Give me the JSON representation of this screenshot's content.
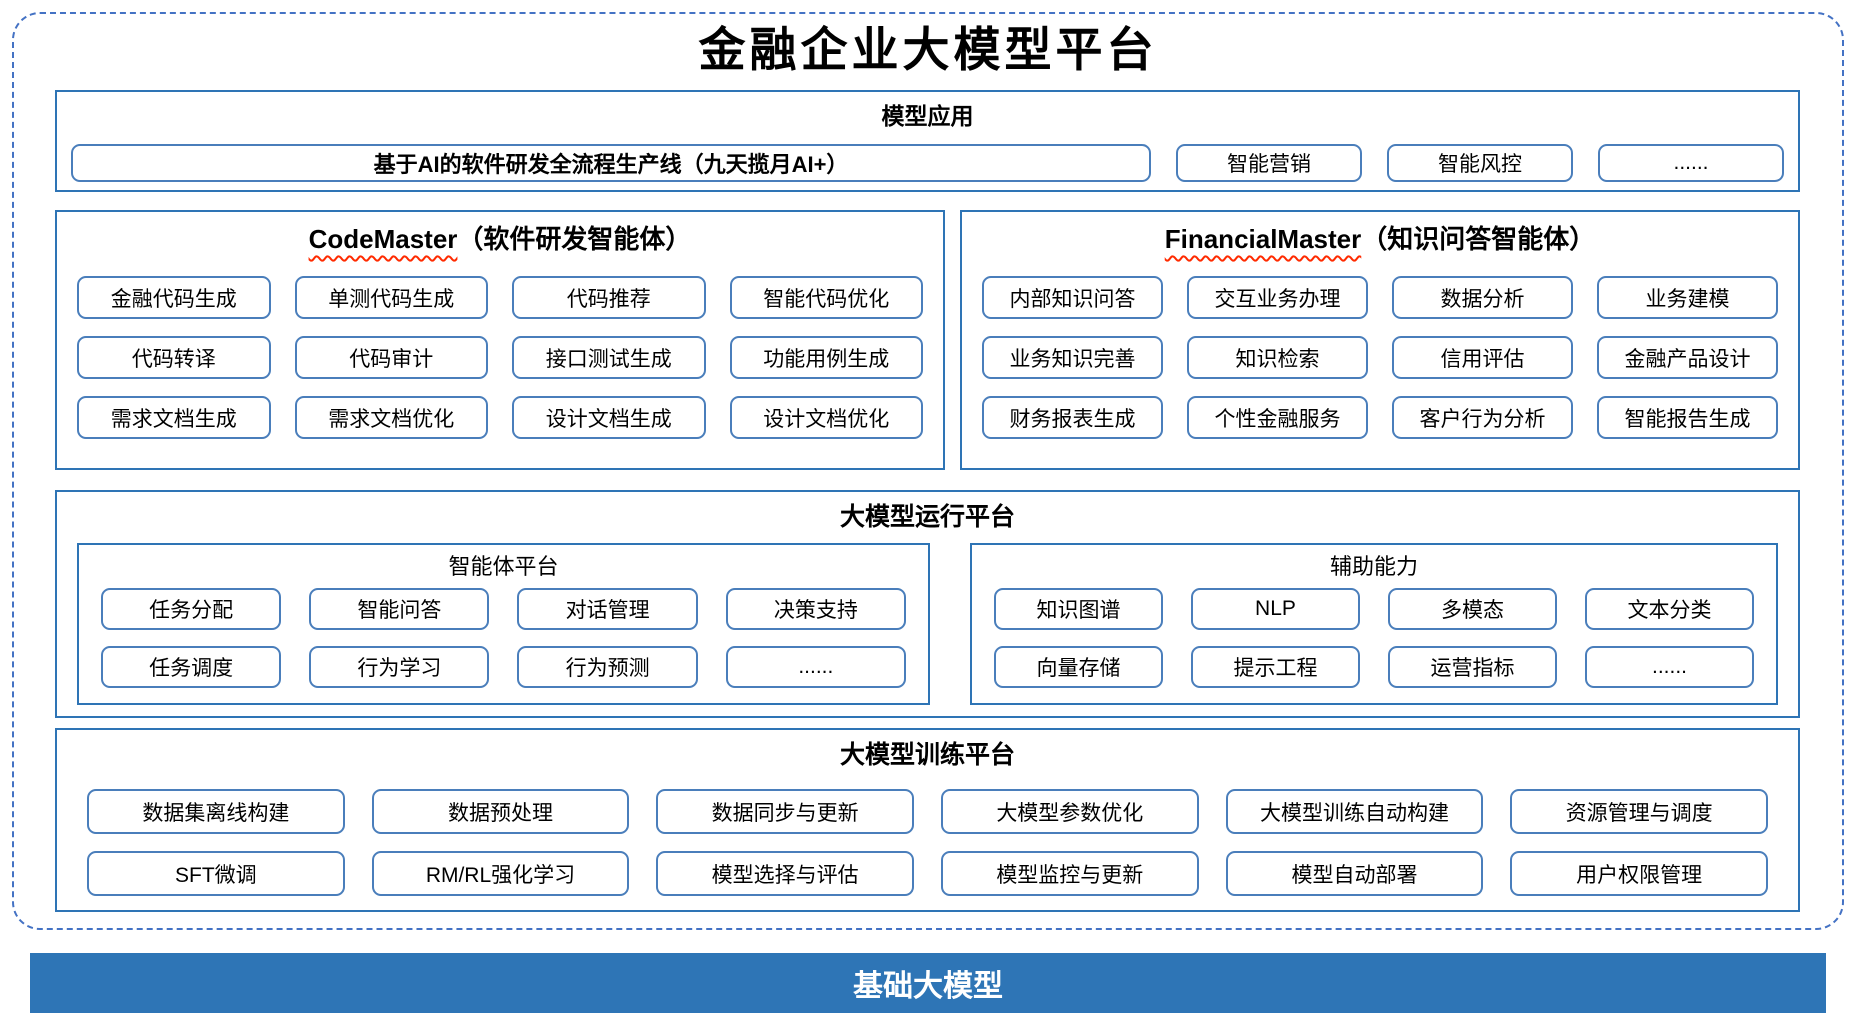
{
  "title": "金融企业大模型平台",
  "colors": {
    "section_border": "#2E74B5",
    "item_border": "#4A7EBB",
    "outer_dashed_border": "#4472C4",
    "base_bar_background": "#2E75B6",
    "spellcheck_underline": "#FF2A00"
  },
  "model_app": {
    "title": "模型应用",
    "main_item": "基于AI的软件研发全流程生产线（九天揽月AI+）",
    "items": [
      "智能营销",
      "智能风控",
      "......"
    ]
  },
  "code_master": {
    "title_en": "CodeMaster",
    "title_zh": "（软件研发智能体）",
    "items": [
      "金融代码生成",
      "单测代码生成",
      "代码推荐",
      "智能代码优化",
      "代码转译",
      "代码审计",
      "接口测试生成",
      "功能用例生成",
      "需求文档生成",
      "需求文档优化",
      "设计文档生成",
      "设计文档优化"
    ]
  },
  "financial_master": {
    "title_en": "FinancialMaster",
    "title_zh": "（知识问答智能体）",
    "items": [
      "内部知识问答",
      "交互业务办理",
      "数据分析",
      "业务建模",
      "业务知识完善",
      "知识检索",
      "信用评估",
      "金融产品设计",
      "财务报表生成",
      "个性金融服务",
      "客户行为分析",
      "智能报告生成"
    ]
  },
  "runtime": {
    "title": "大模型运行平台",
    "agent_platform": {
      "title": "智能体平台",
      "items": [
        "任务分配",
        "智能问答",
        "对话管理",
        "决策支持",
        "任务调度",
        "行为学习",
        "行为预测",
        "......"
      ]
    },
    "aux_ability": {
      "title": "辅助能力",
      "items": [
        "知识图谱",
        "NLP",
        "多模态",
        "文本分类",
        "向量存储",
        "提示工程",
        "运营指标",
        "......"
      ]
    }
  },
  "training": {
    "title": "大模型训练平台",
    "items": [
      "数据集离线构建",
      "数据预处理",
      "数据同步与更新",
      "大模型参数优化",
      "大模型训练自动构建",
      "资源管理与调度",
      "SFT微调",
      "RM/RL强化学习",
      "模型选择与评估",
      "模型监控与更新",
      "模型自动部署",
      "用户权限管理"
    ]
  },
  "base_model": {
    "title": "基础大模型"
  }
}
